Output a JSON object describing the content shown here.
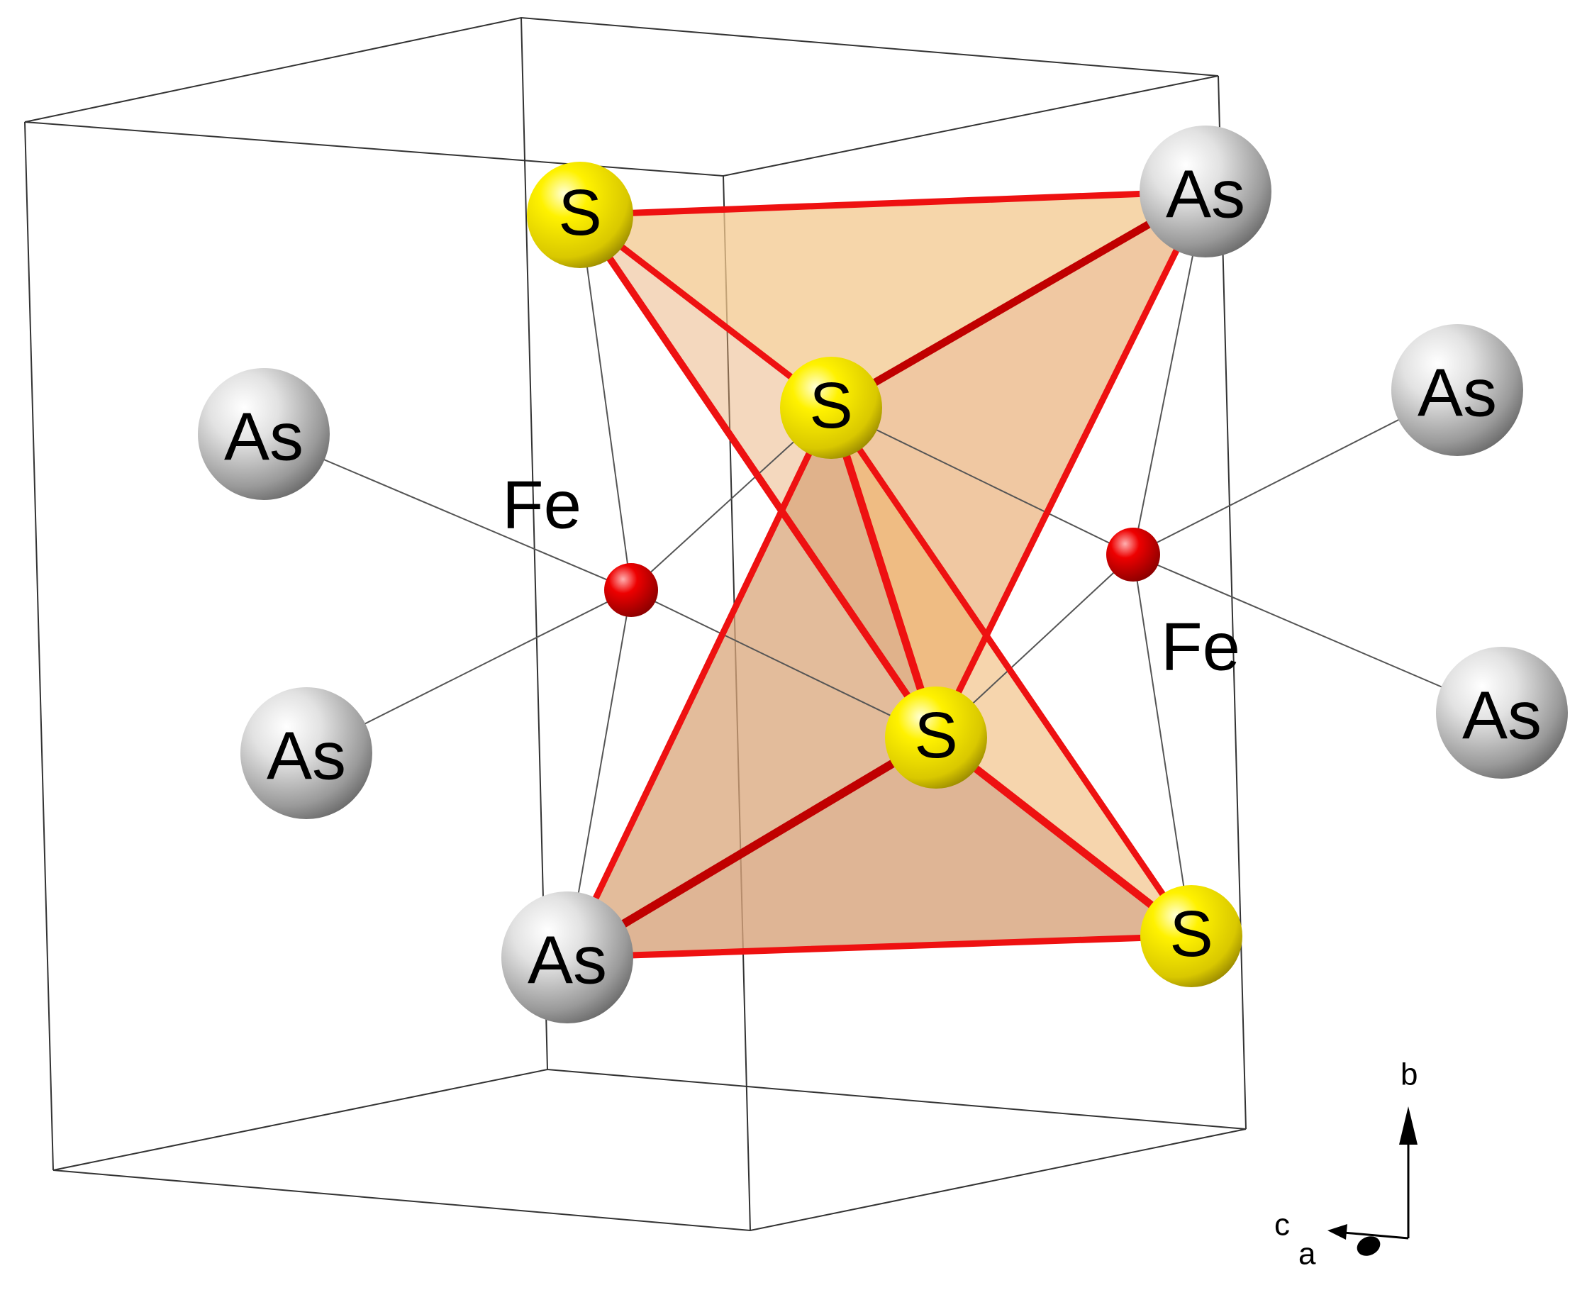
{
  "diagram": {
    "atoms": {
      "s_label": "S",
      "as_label": "As",
      "fe_label": "Fe"
    },
    "axes": {
      "b": "b",
      "c": "c",
      "a": "a"
    },
    "colors": {
      "sulfur": "#f2ea00",
      "arsenic": "#a8a8a8",
      "iron": "#e60000",
      "bond": "#ee1111",
      "polyhedron": "#e9a060",
      "cell_edge": "#333333"
    }
  }
}
